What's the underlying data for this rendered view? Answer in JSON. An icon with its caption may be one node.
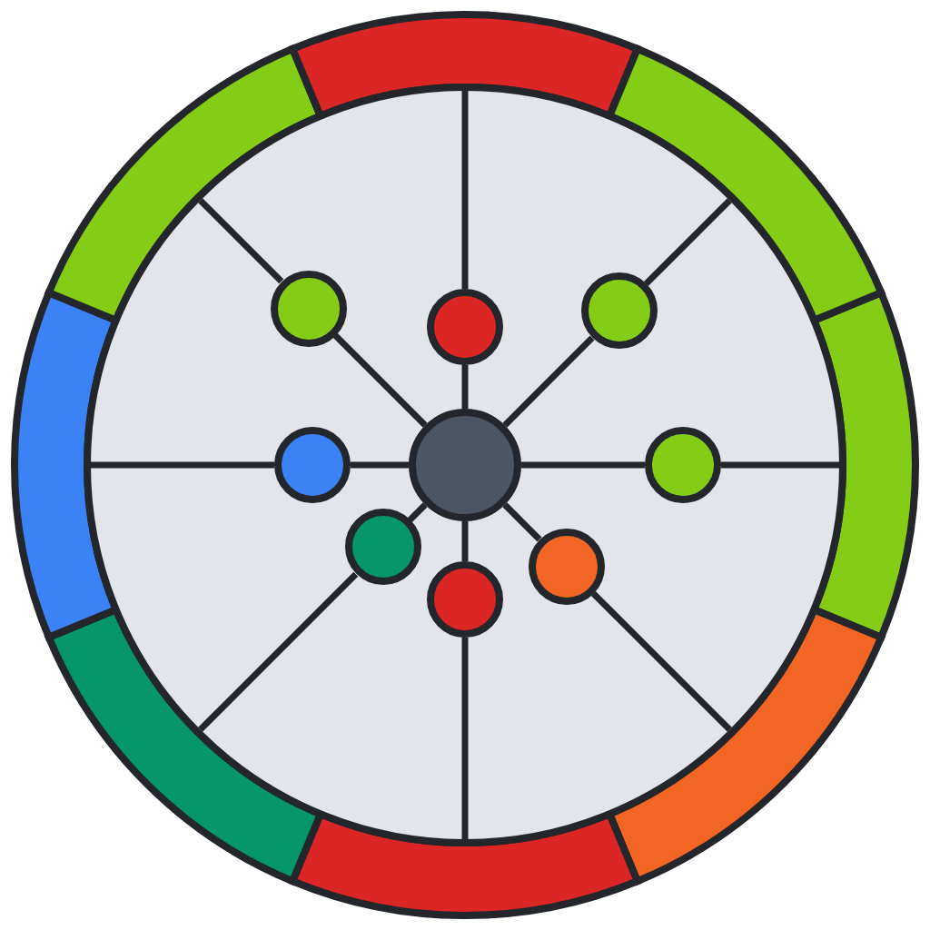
{
  "diagram": {
    "nodes": [
      {
        "text": [],
        "shape": "circle"
      },
      {
        "text": [],
        "shape": "circle",
        "in": 0
      },
      {
        "text": [],
        "shape": "circle",
        "in": 0
      },
      {
        "text": [],
        "shape": "circle",
        "in": 0
      },
      {
        "text": [],
        "shape": "circle",
        "in": 0
      },
      {
        "text": [],
        "shape": "circle",
        "in": 0
      },
      {
        "text": [],
        "shape": "circle",
        "in": 0
      },
      {
        "text": [],
        "shape": "circle",
        "in": 0
      },
      {
        "text": [],
        "shape": "circle",
        "in": 0
      },
      {
        "text": [],
        "shape": "circle",
        "in": 0
      }
    ],
    "edges": [
      {
        "from": 5,
        "to": 1,
        "arrow": "none"
      },
      {
        "from": 5,
        "to": 2,
        "arrow": "none"
      },
      {
        "from": 5,
        "to": 3,
        "arrow": "none"
      },
      {
        "from": 5,
        "to": 4,
        "arrow": "none"
      },
      {
        "from": 5,
        "to": 6,
        "arrow": "none"
      },
      {
        "from": 5,
        "to": 7,
        "arrow": "none"
      },
      {
        "from": 5,
        "to": 8,
        "arrow": "none"
      },
      {
        "from": 5,
        "to": 9,
        "arrow": "none"
      }
    ]
  }
}
